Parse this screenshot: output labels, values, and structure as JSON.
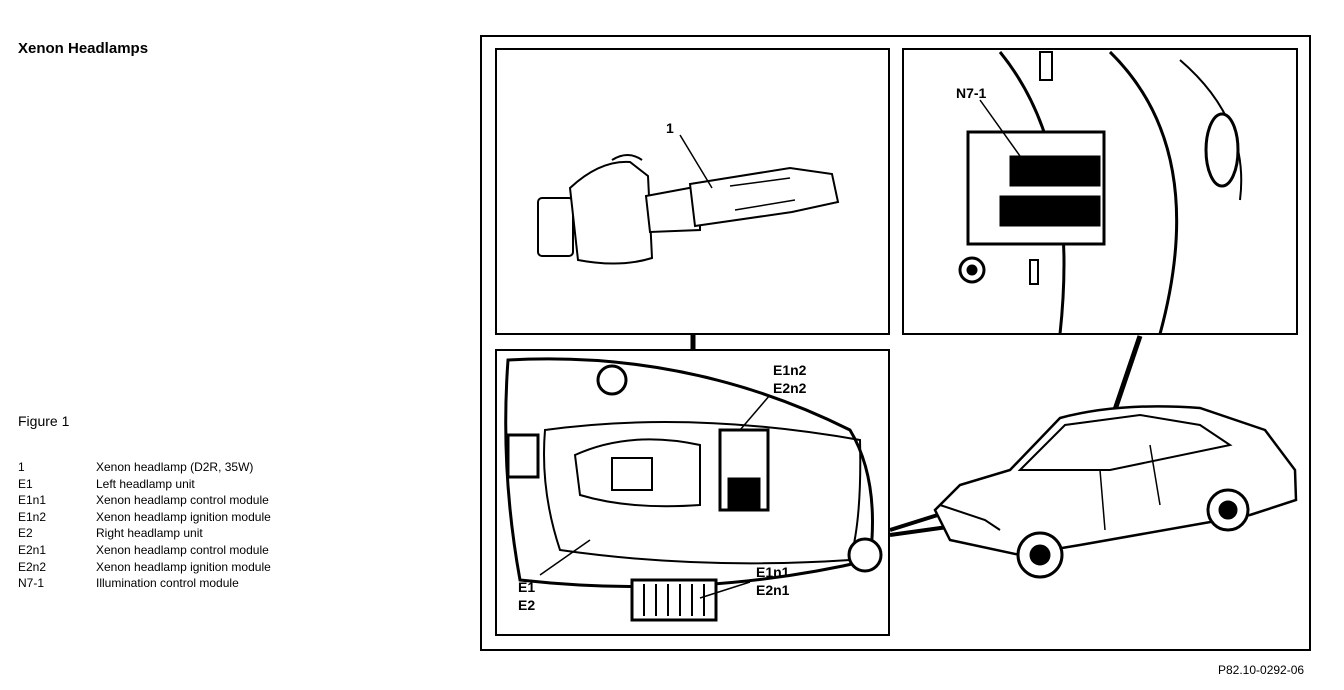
{
  "title": "Xenon Headlamps",
  "figure_label": "Figure 1",
  "legend": [
    {
      "code": "1",
      "text": "Xenon headlamp (D2R, 35W)"
    },
    {
      "code": "E1",
      "text": "Left headlamp unit"
    },
    {
      "code": "E1n1",
      "text": "Xenon headlamp control module"
    },
    {
      "code": "E1n2",
      "text": "Xenon headlamp ignition module"
    },
    {
      "code": "E2",
      "text": "Right headlamp unit"
    },
    {
      "code": "E2n1",
      "text": "Xenon headlamp control module"
    },
    {
      "code": "E2n2",
      "text": "Xenon headlamp ignition module"
    },
    {
      "code": "N7-1",
      "text": "Illumination control module"
    }
  ],
  "callouts": {
    "bulb": "1",
    "module": "N7-1",
    "ign1": "E1n2",
    "ign2": "E2n2",
    "unit1": "E1",
    "unit2": "E2",
    "ctrl1": "E1n1",
    "ctrl2": "E2n1"
  },
  "reference": "P82.10-0292-06"
}
